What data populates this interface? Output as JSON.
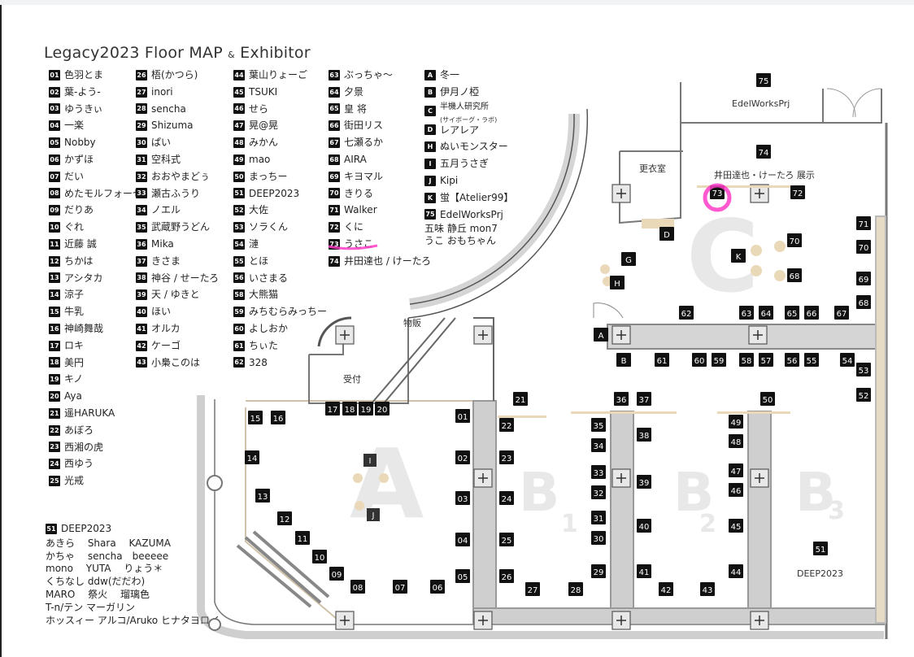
{
  "title": {
    "main": "Legacy2023 Floor MAP",
    "amp": "&",
    "rest": "Exhibitor"
  },
  "legend": {
    "col1": [
      {
        "n": "01",
        "name": "色羽とま"
      },
      {
        "n": "02",
        "name": "葉-よう-"
      },
      {
        "n": "03",
        "name": "ゆうきぃ"
      },
      {
        "n": "04",
        "name": "一楽"
      },
      {
        "n": "05",
        "name": "Nobby"
      },
      {
        "n": "06",
        "name": "かずほ"
      },
      {
        "n": "07",
        "name": "だい"
      },
      {
        "n": "08",
        "name": "めたモルフォーゼ"
      },
      {
        "n": "09",
        "name": "だりあ"
      },
      {
        "n": "10",
        "name": "ぐれ"
      },
      {
        "n": "11",
        "name": "近藤 誠"
      },
      {
        "n": "12",
        "name": "ちかは"
      },
      {
        "n": "13",
        "name": "アシタカ"
      },
      {
        "n": "14",
        "name": "涼子"
      },
      {
        "n": "15",
        "name": "牛乳"
      },
      {
        "n": "16",
        "name": "神崎舞哉"
      },
      {
        "n": "17",
        "name": "ロキ"
      },
      {
        "n": "18",
        "name": "美円"
      },
      {
        "n": "19",
        "name": "キノ"
      },
      {
        "n": "20",
        "name": "Aya"
      },
      {
        "n": "21",
        "name": "遥HARUKA"
      },
      {
        "n": "22",
        "name": "あぼろ"
      },
      {
        "n": "23",
        "name": "西湘の虎"
      },
      {
        "n": "24",
        "name": "西ゆう"
      },
      {
        "n": "25",
        "name": "光戒"
      }
    ],
    "col2": [
      {
        "n": "26",
        "name": "梧(かつら)"
      },
      {
        "n": "27",
        "name": "inori"
      },
      {
        "n": "28",
        "name": "sencha"
      },
      {
        "n": "29",
        "name": "Shizuma"
      },
      {
        "n": "30",
        "name": "ぱい"
      },
      {
        "n": "31",
        "name": "空科式"
      },
      {
        "n": "32",
        "name": "おおやまどぅ"
      },
      {
        "n": "33",
        "name": "瀬古ふうり"
      },
      {
        "n": "34",
        "name": "ノエル"
      },
      {
        "n": "35",
        "name": "武蔵野うどん"
      },
      {
        "n": "36",
        "name": "Mika"
      },
      {
        "n": "37",
        "name": "きさま"
      },
      {
        "n": "38",
        "name": "神谷 / せーたろ"
      },
      {
        "n": "39",
        "name": "天 / ゆきと"
      },
      {
        "n": "40",
        "name": "ほい"
      },
      {
        "n": "41",
        "name": "オルカ"
      },
      {
        "n": "42",
        "name": "ケーゴ"
      },
      {
        "n": "43",
        "name": "小梟このは"
      }
    ],
    "col3": [
      {
        "n": "44",
        "name": "葉山りょーご"
      },
      {
        "n": "45",
        "name": "TSUKI"
      },
      {
        "n": "46",
        "name": "せら"
      },
      {
        "n": "47",
        "name": "晃@晃"
      },
      {
        "n": "48",
        "name": "みかん"
      },
      {
        "n": "49",
        "name": "mao"
      },
      {
        "n": "50",
        "name": "まっちー"
      },
      {
        "n": "51",
        "name": "DEEP2023"
      },
      {
        "n": "52",
        "name": "大佐"
      },
      {
        "n": "53",
        "name": "ソラくん"
      },
      {
        "n": "54",
        "name": "漣"
      },
      {
        "n": "55",
        "name": "とほ"
      },
      {
        "n": "56",
        "name": "いさまる"
      },
      {
        "n": "58",
        "name": "大熊猫"
      },
      {
        "n": "59",
        "name": "みちむらみっちー"
      },
      {
        "n": "60",
        "name": "よしおか"
      },
      {
        "n": "61",
        "name": "ちぃた"
      },
      {
        "n": "62",
        "name": "328"
      }
    ],
    "col4": [
      {
        "n": "63",
        "name": "ぶっちゃ〜"
      },
      {
        "n": "64",
        "name": "夕景"
      },
      {
        "n": "65",
        "name": "皇 将"
      },
      {
        "n": "66",
        "name": "街田リス"
      },
      {
        "n": "67",
        "name": "七瀬るか"
      },
      {
        "n": "68",
        "name": "AIRA"
      },
      {
        "n": "69",
        "name": "キヨマル"
      },
      {
        "n": "70",
        "name": "きりる"
      },
      {
        "n": "71",
        "name": "Walker"
      },
      {
        "n": "72",
        "name": "くに"
      },
      {
        "n": "73",
        "name": "うさこ"
      },
      {
        "n": "74",
        "name": "井田達也 / けーたろ"
      }
    ],
    "col5": [
      {
        "n": "A",
        "name": "冬一"
      },
      {
        "n": "B",
        "name": "伊月ノ椏"
      },
      {
        "n": "C",
        "name": "半機人研究所",
        "sub": "(サイボーグ・ラボ)"
      },
      {
        "n": "D",
        "name": "レアレア"
      },
      {
        "n": "H",
        "name": "ぬいモンスター"
      },
      {
        "n": "I",
        "name": "五月うさぎ"
      },
      {
        "n": "J",
        "name": "Kipi"
      },
      {
        "n": "K",
        "name": "蛍【Atelier99】"
      },
      {
        "n": "75",
        "name": "EdelWorksPrj"
      }
    ],
    "col5_extra": [
      "五味 静丘 mon7",
      "うこ おもちゃん"
    ]
  },
  "deep": {
    "n": "51",
    "name": "DEEP2023",
    "members": [
      "あきら　 Shara　 KAZUMA",
      "かちゃ　 sencha　beeeee",
      "mono　 YUTA　 りょう＊",
      "くちなし ddw(だだわ)",
      "MARO　 祭火　 瑠璃色",
      "T-n/テン マーガリン",
      "ホッスィー アルコ/Aruko ヒナタヨロイ"
    ]
  },
  "map": {
    "rooms": {
      "dressing": "更衣室",
      "merch": "物販",
      "reception": "受付",
      "edel": "EdelWorksPrj",
      "ida": "井田達也・けーたろ 展示",
      "deep": "DEEP2023"
    },
    "zones": [
      "A",
      "B",
      "1",
      "B",
      "2",
      "B",
      "3",
      "C"
    ],
    "highlight_color": "#ff3cc8",
    "highlight_booth": "73"
  }
}
